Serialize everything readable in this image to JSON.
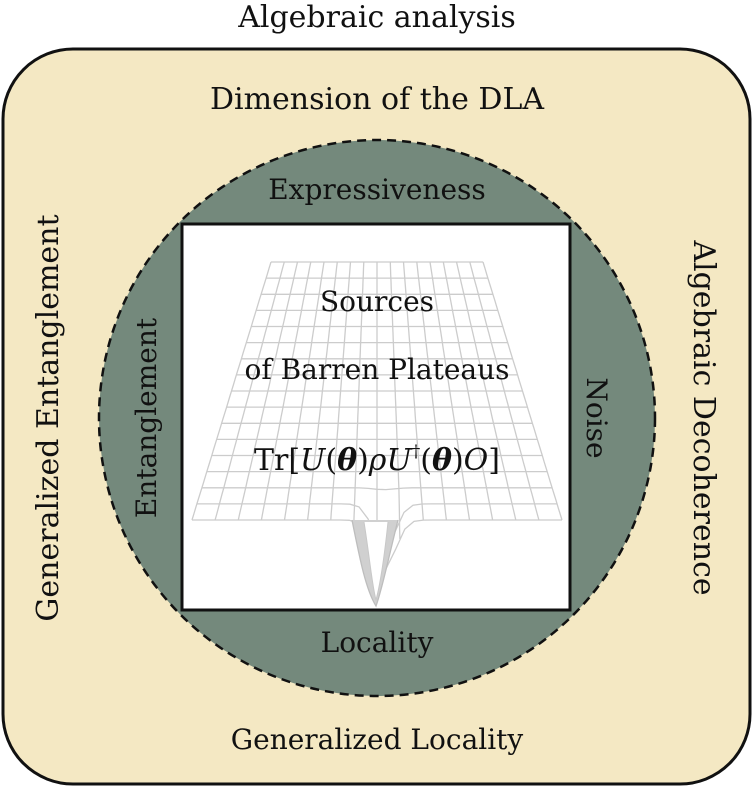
{
  "outer_title": "Algebraic analysis",
  "outer_box": {
    "top": "Dimension of the DLA",
    "left": "Generalized Entanglement",
    "right": "Algebraic Decoherence",
    "bottom": "Generalized Locality"
  },
  "circle": {
    "top": "Expressiveness",
    "left": "Entanglement",
    "right": "Noise",
    "bottom": "Locality"
  },
  "center": {
    "line1": "Sources",
    "line2": "of Barren Plateaus",
    "formula": "Tr[U(θ)ρU†(θ)O]"
  },
  "colors": {
    "outer_fill": "#f4e8c3",
    "circle_fill": "#74897c",
    "center_fill": "#ffffff",
    "stroke": "#111111",
    "grid": "#cccccc"
  }
}
